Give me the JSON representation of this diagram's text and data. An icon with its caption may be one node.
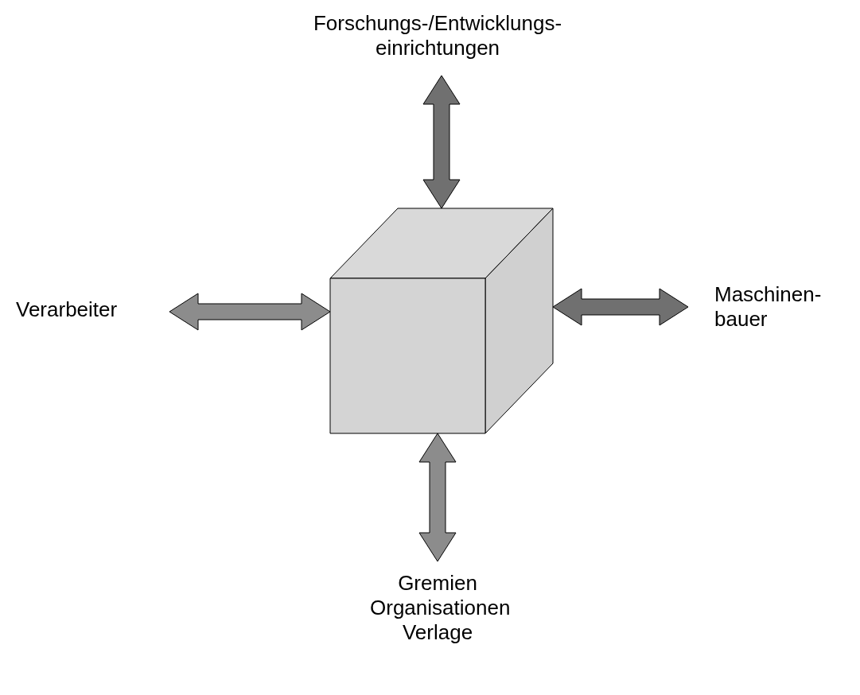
{
  "diagram": {
    "nodes": [
      {
        "text": [
          "Forschungs-/Entwicklungs- einrichtungen"
        ]
      },
      {
        "text": [
          "Verarbeiter"
        ]
      },
      {
        "text": [],
        "shape": "cube"
      },
      {
        "text": [
          "Maschinen- bauer"
        ]
      },
      {
        "text": [
          "Gremien Organisationen Verlage"
        ]
      }
    ],
    "edges": [
      {
        "from": 2,
        "to": 0,
        "arrow": "both",
        "style": "thick",
        "color": "#707070"
      },
      {
        "from": 2,
        "to": 1,
        "arrow": "both",
        "style": "thick",
        "color": "#8c8c8c"
      },
      {
        "from": 2,
        "to": 3,
        "arrow": "both",
        "style": "thick",
        "color": "#707070"
      },
      {
        "from": 2,
        "to": 4,
        "arrow": "both",
        "style": "thick",
        "color": "#8c8c8c"
      }
    ]
  }
}
